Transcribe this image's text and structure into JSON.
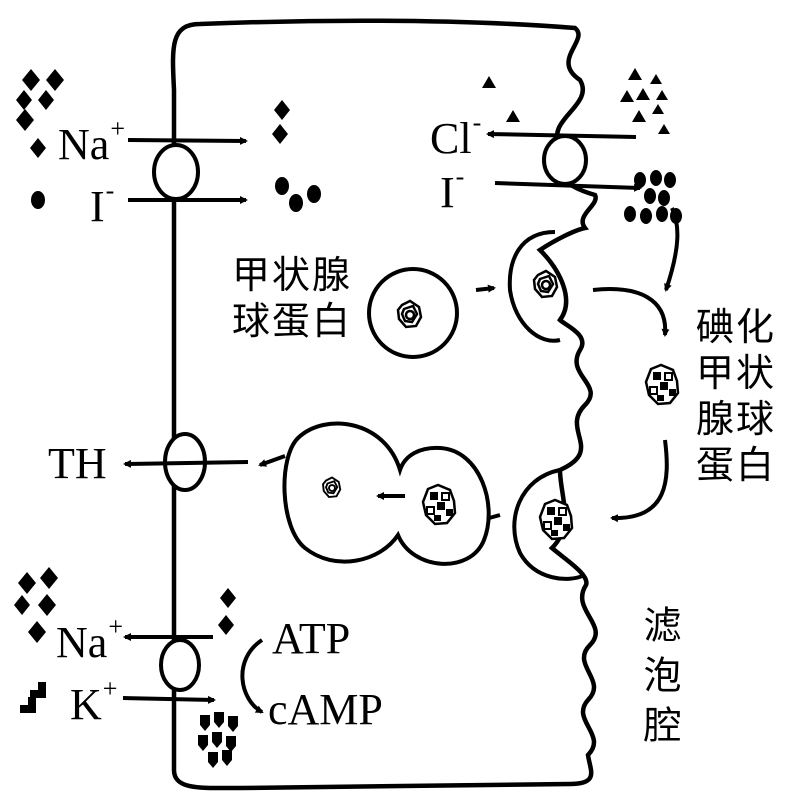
{
  "ions": {
    "na": {
      "symbol": "Na",
      "charge": "+"
    },
    "k": {
      "symbol": "K",
      "charge": "+"
    },
    "i": {
      "symbol": "I",
      "charge": "-"
    },
    "cl": {
      "symbol": "Cl",
      "charge": "-"
    }
  },
  "labels": {
    "thyroglobulin_line1": "甲状腺",
    "thyroglobulin_line2": "球蛋白",
    "iodinated_line1": "碘化",
    "iodinated_line2": "甲状",
    "iodinated_line3": "腺球",
    "iodinated_line4": "蛋白",
    "th": "TH",
    "atp": "ATP",
    "camp": "cAMP",
    "follicle_lumen": "滤泡腔"
  },
  "colors": {
    "ink": "#000000",
    "background": "#ffffff"
  }
}
